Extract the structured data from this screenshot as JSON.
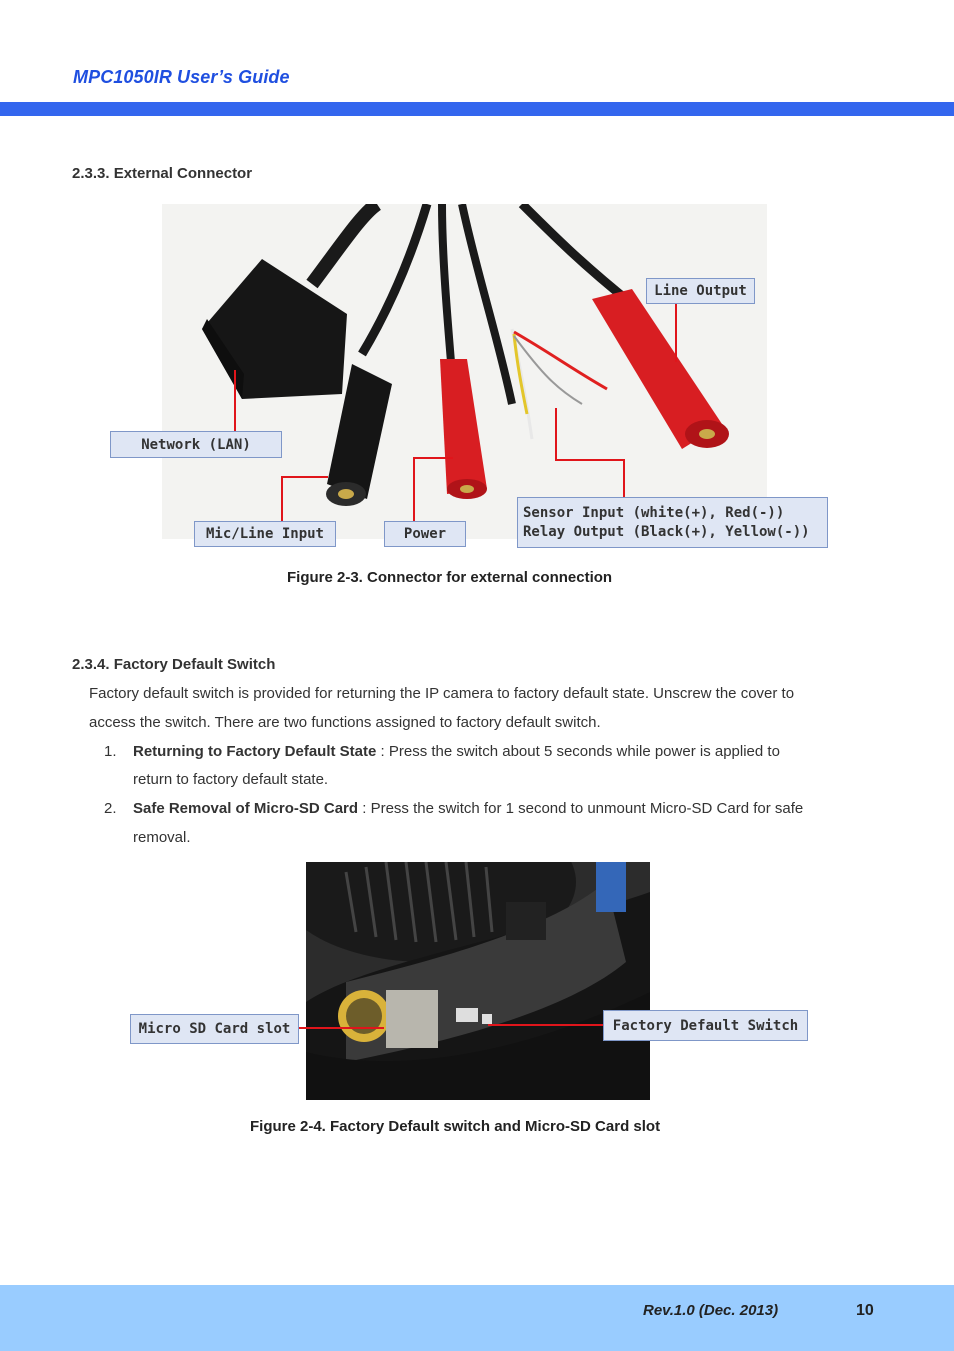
{
  "header": {
    "title": "MPC1050IR User’s Guide"
  },
  "section1": {
    "heading": "2.3.3. External Connector",
    "labels": {
      "line_output": "Line Output",
      "network": "Network (LAN)",
      "mic": "Mic/Line Input",
      "power": "Power",
      "sensor_line1": "Sensor Input (white(+), Red(-))",
      "sensor_line2": "Relay Output (Black(+), Yellow(-))"
    },
    "caption": {
      "prefix": "Figure  2-3.",
      "text": "Connector  for  external  connection"
    }
  },
  "section2": {
    "heading": "2.3.4. Factory Default Switch",
    "intro_line1": "Factory default switch is provided for returning the IP camera to factory default state. Unscrew the cover to",
    "intro_line2": "access the switch. There are two functions assigned to factory default switch.",
    "items": [
      {
        "num": "1.",
        "title": "Returning to Factory Default State",
        "text1": " : Press the switch about 5 seconds while power is applied to",
        "text2": "return to factory default state."
      },
      {
        "num": "2.",
        "title": "Safe Removal of Micro-SD Card",
        "text1": " : Press the switch for 1 second to unmount Micro-SD Card for safe",
        "text2": "removal."
      }
    ],
    "labels": {
      "sd": "Micro SD Card slot",
      "switch": "Factory Default Switch"
    },
    "caption": "Figure 2-4. Factory Default switch and Micro-SD Card slot"
  },
  "footer": {
    "rev": "Rev.1.0 (Dec. 2013)",
    "page": "10"
  }
}
